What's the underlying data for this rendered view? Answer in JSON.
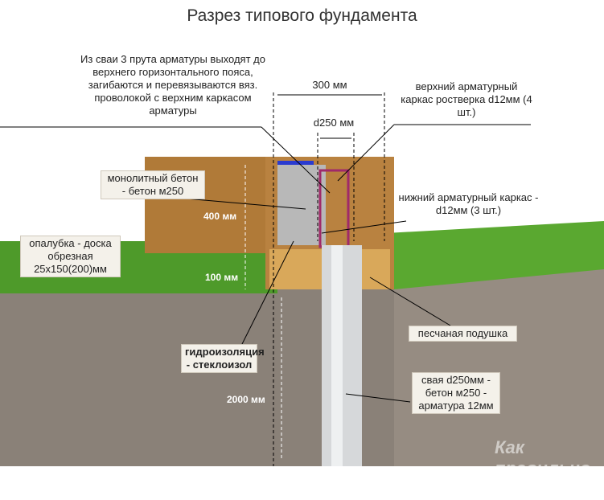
{
  "title": "Разрез типового фундамента",
  "labels": {
    "rebar_note": "Из сваи 3 прута арматуры выходят до верхнего горизонтального пояса, загибаются и перевязываются вяз. проволокой с верхним каркасом арматуры",
    "width_300": "300 мм",
    "d250": "d250 мм",
    "upper_cage": "верхний арматурный каркас ростверка d12мм (4 шт.)",
    "concrete": "монолитный бетон - бетон м250",
    "h400": "400 мм",
    "lower_cage": "нижний арматурный каркас - d12мм (3 шт.)",
    "formwork": "опалубка - доска обрезная 25x150(200)мм",
    "h100": "100 мм",
    "sand": "песчаная подушка",
    "waterproof": "гидроизоляция - стеклоизол",
    "h2000": "2000 мм",
    "pile": "свая d250мм - бетон м250 - арматура 12мм"
  },
  "watermark": "Как правильно Сделать",
  "colors": {
    "ground": "#8a8178",
    "grass": "#4e9a2a",
    "wood": "#b07a38",
    "concrete": "#b8b8b8",
    "sand": "#d9a85a"
  }
}
